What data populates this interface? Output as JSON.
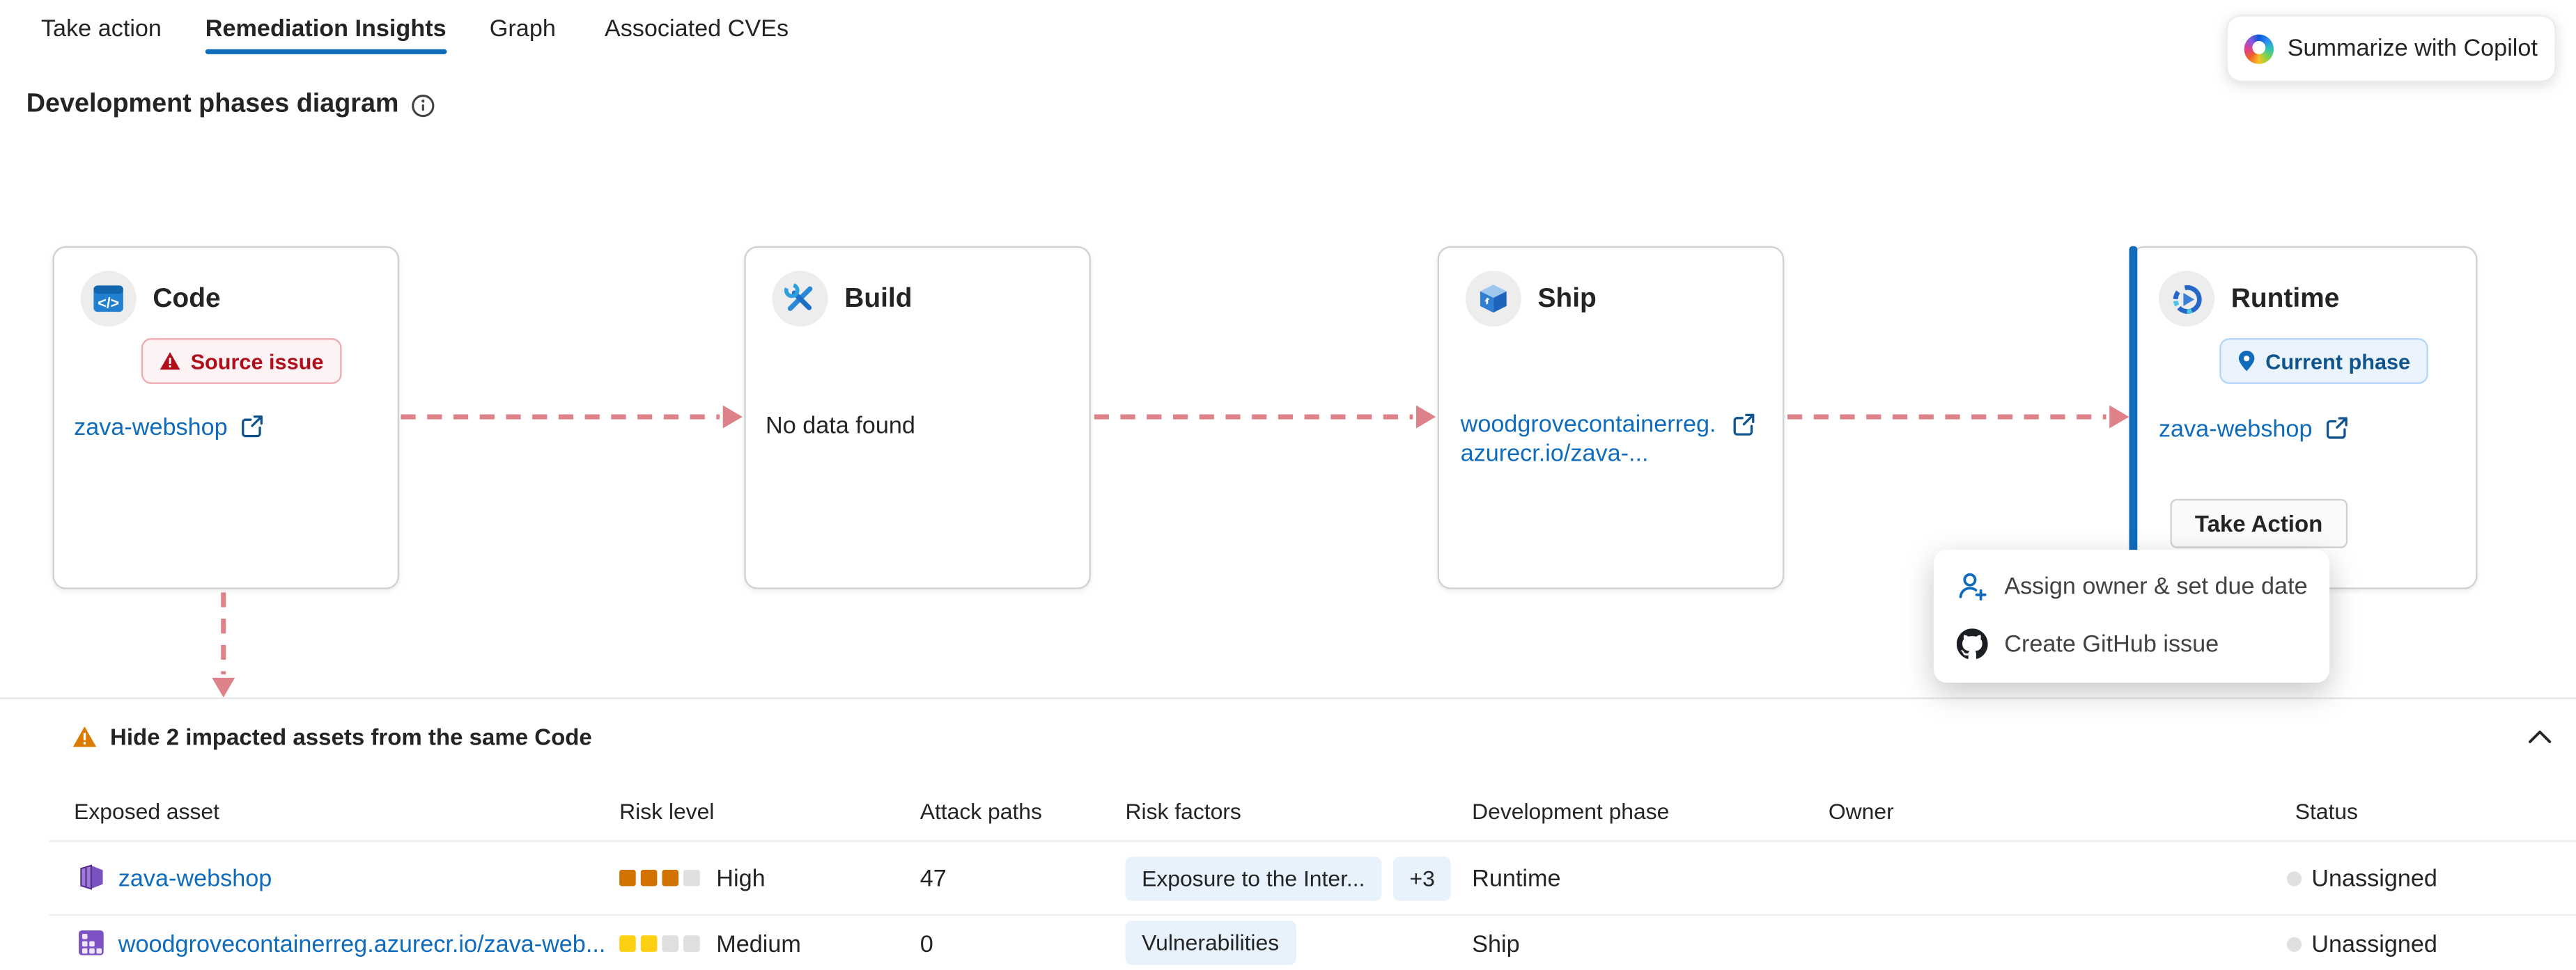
{
  "tabs": [
    {
      "label": "Take action",
      "active": false
    },
    {
      "label": "Remediation Insights",
      "active": true
    },
    {
      "label": "Graph",
      "active": false
    },
    {
      "label": "Associated CVEs",
      "active": false
    }
  ],
  "copilot_button": {
    "label": "Summarize with Copilot",
    "icon": "copilot-icon"
  },
  "page": {
    "heading": "Development phases diagram",
    "heading_icon": "info-icon"
  },
  "phases": [
    {
      "title": "Code",
      "icon": "code-icon",
      "badge": "Source issue",
      "badge_icon": "warning-triangle-icon",
      "link": "zava-webshop"
    },
    {
      "title": "Build",
      "icon": "build-tools-icon",
      "empty_text": "No data found"
    },
    {
      "title": "Ship",
      "icon": "package-box-icon",
      "link": "woodgrovecontainerreg.azurecr.io/zava-..."
    },
    {
      "title": "Runtime",
      "icon": "runtime-icon",
      "badge": "Current phase",
      "badge_icon": "location-pin-icon",
      "link": "zava-webshop",
      "action_label": "Take Action"
    }
  ],
  "action_menu": {
    "items": [
      {
        "label": "Assign owner & set due date",
        "icon": "person-add-icon"
      },
      {
        "label": "Create GitHub issue",
        "icon": "github-icon"
      }
    ]
  },
  "assets_section": {
    "title": "Hide 2 impacted assets from the same Code",
    "icon": "warning-triangle-icon",
    "collapse_icon": "chevron-up-icon"
  },
  "table": {
    "headers": [
      "Exposed asset",
      "Risk level",
      "Attack paths",
      "Risk factors",
      "Development phase",
      "Owner",
      "Status"
    ],
    "rows": [
      {
        "asset": "zava-webshop",
        "asset_icon": "container-app-icon",
        "risk_level": "High",
        "risk_bars_filled": 3,
        "attack_paths": "47",
        "risk_factor": "Exposure to the Inter...",
        "risk_factor_more": "+3",
        "development_phase": "Runtime",
        "owner": "",
        "status": "Unassigned"
      },
      {
        "asset": "woodgrovecontainerreg.azurecr.io/zava-web...",
        "asset_icon": "container-registry-icon",
        "risk_level": "Medium",
        "risk_bars_filled": 2,
        "attack_paths": "0",
        "risk_factor": "Vulnerabilities",
        "risk_factor_more": "",
        "development_phase": "Ship",
        "owner": "",
        "status": "Unassigned"
      }
    ]
  },
  "colors": {
    "accent_blue": "#0f6cbd",
    "danger_red": "#b10e1c",
    "arrow_pink": "#de828a",
    "risk_high_orange": "#d27300",
    "risk_medium_yellow": "#fdd013",
    "badge_danger_bg": "#fdf3f4",
    "badge_info_bg": "#ebf3fc",
    "pill_bg": "#e8f2fc"
  }
}
